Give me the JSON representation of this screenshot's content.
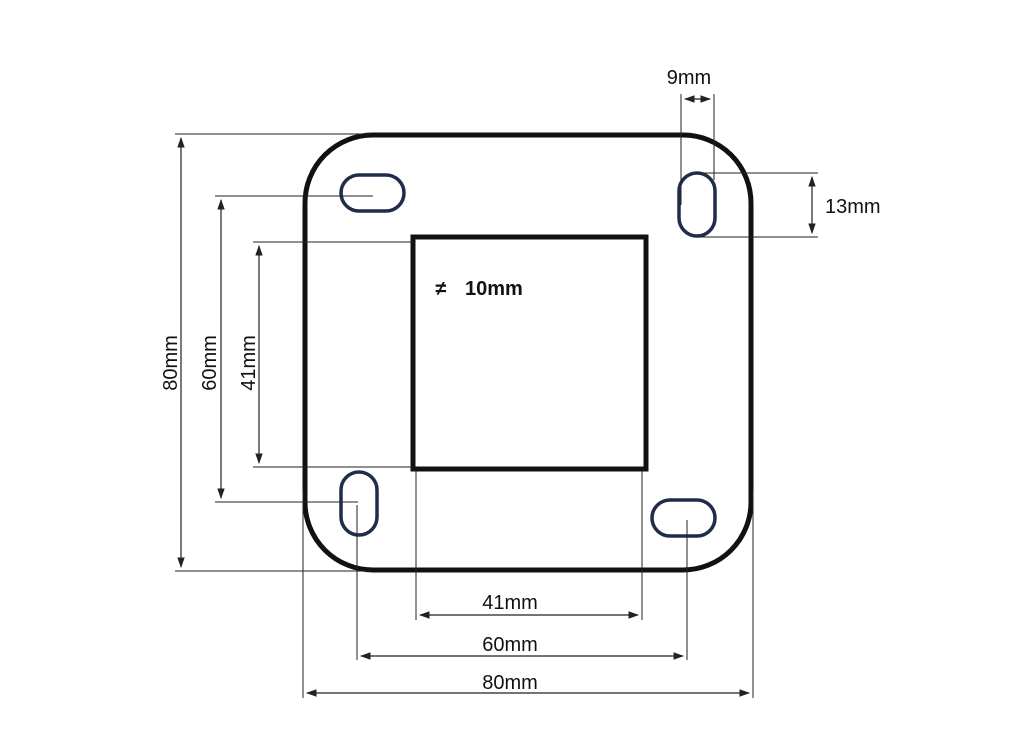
{
  "colors": {
    "plate_outline": "#111111",
    "slot_outline": "#1f2d4a",
    "dimension_line": "#222222",
    "background": "#ffffff"
  },
  "labels": {
    "thickness_symbol": "≠",
    "thickness_value": "10mm",
    "outer_height": "80mm",
    "hole_pitch_height": "60mm",
    "inner_square_height": "41mm",
    "inner_square_width": "41mm",
    "hole_pitch_width": "60mm",
    "outer_width": "80mm",
    "slot_width": "9mm",
    "slot_length": "13mm"
  }
}
